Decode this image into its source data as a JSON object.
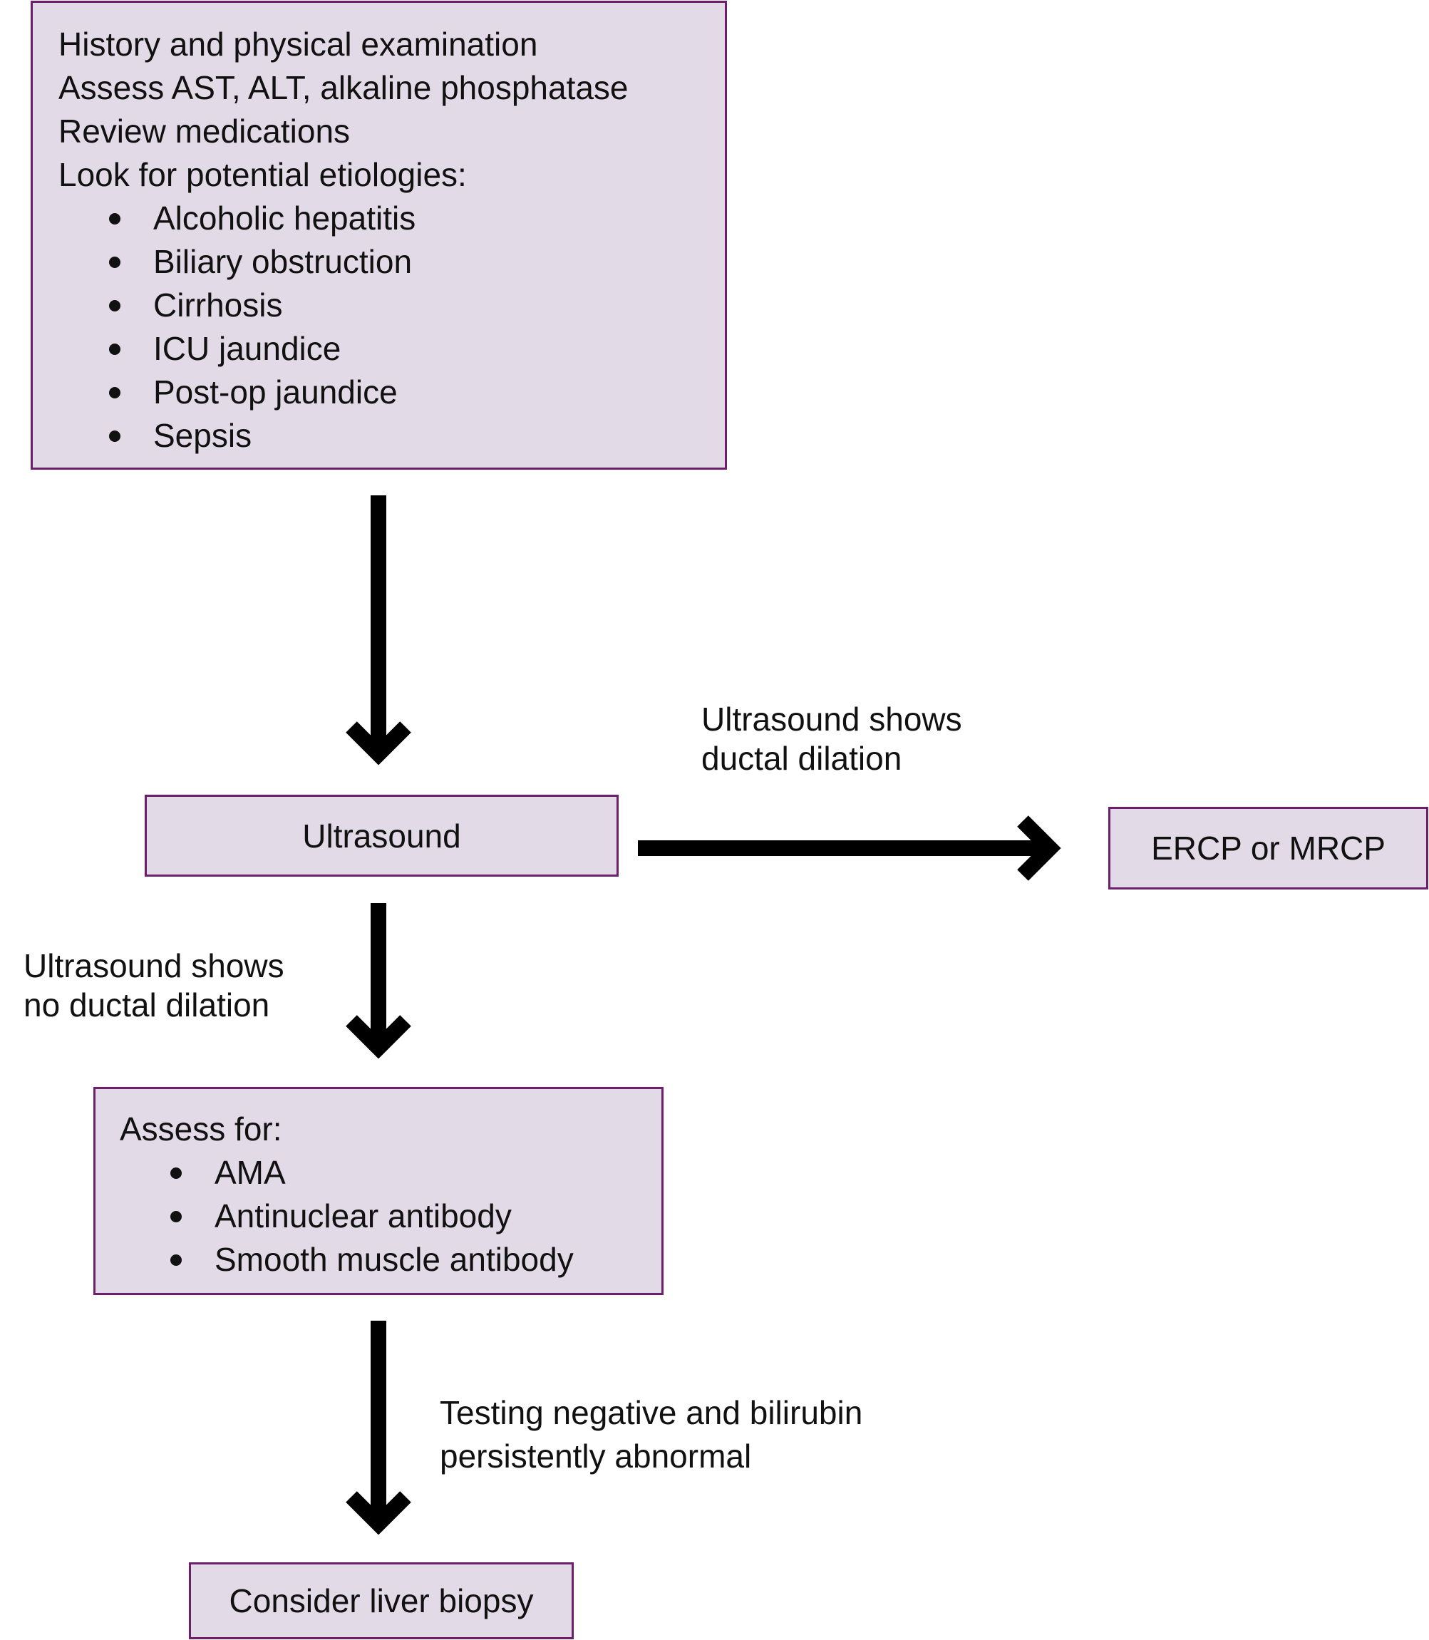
{
  "nodes": {
    "initial": {
      "lines": [
        "History and physical examination",
        "Assess AST, ALT, alkaline phosphatase",
        "Review medications",
        "Look for potential etiologies:"
      ],
      "bullets": [
        "Alcoholic hepatitis",
        "Biliary obstruction",
        "Cirrhosis",
        "ICU jaundice",
        "Post-op jaundice",
        "Sepsis"
      ]
    },
    "ultrasound": {
      "label": "Ultrasound"
    },
    "ercp": {
      "label": "ERCP or MRCP"
    },
    "assess": {
      "heading": "Assess for:",
      "bullets": [
        "AMA",
        "Antinuclear antibody",
        "Smooth muscle antibody"
      ]
    },
    "biopsy": {
      "label": "Consider liver biopsy"
    }
  },
  "edges": {
    "dilation": [
      "Ultrasound shows",
      "ductal dilation"
    ],
    "no_dilation": [
      "Ultrasound shows",
      "no ductal dilation"
    ],
    "negative": [
      "Testing negative and bilirubin",
      "persistently abnormal"
    ]
  },
  "colors": {
    "box_fill": "#e2dae6",
    "box_border": "#6e1f6b",
    "arrow": "#000000"
  }
}
